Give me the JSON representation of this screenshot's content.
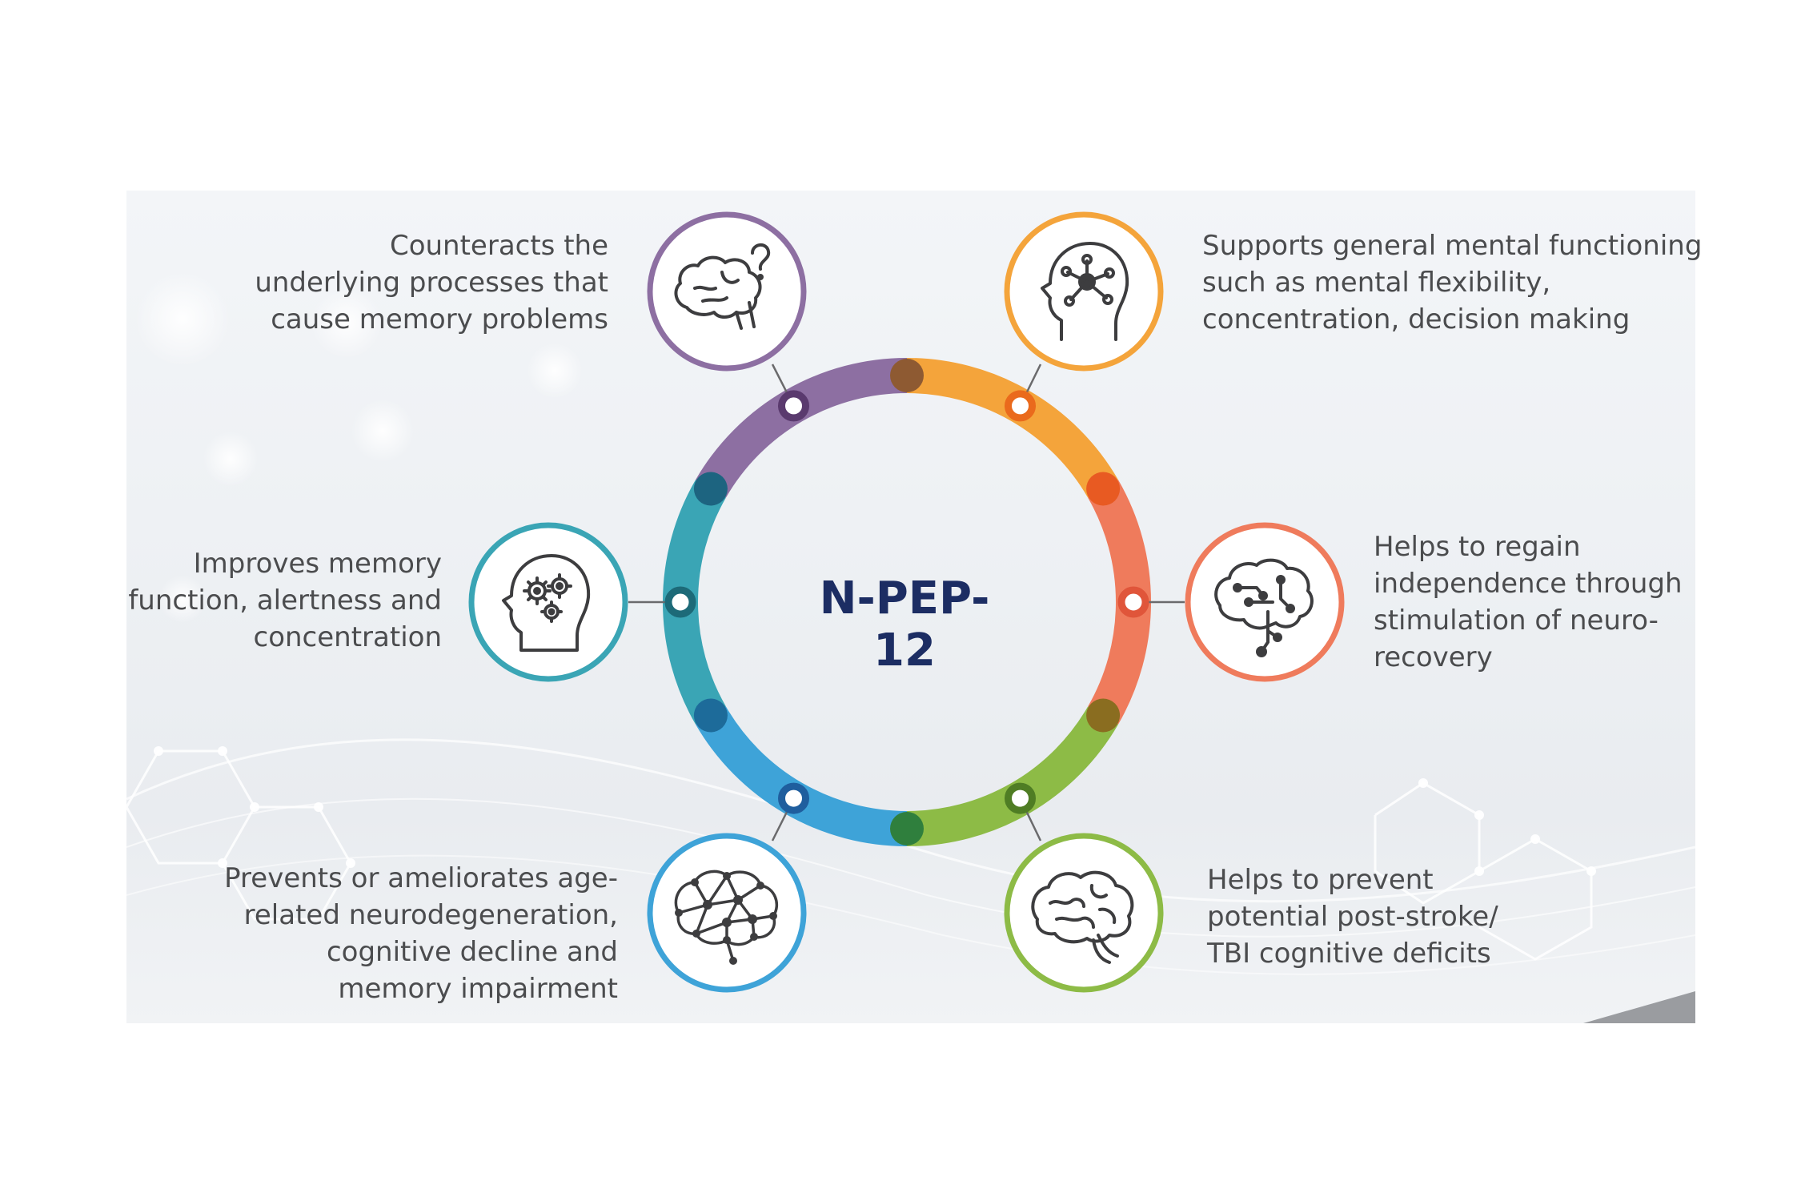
{
  "title": "N-PEP-12",
  "colors": {
    "purple": "#8d6fa2",
    "orange": "#f4a43b",
    "coral": "#ef7b5c",
    "green": "#8dbb46",
    "blue": "#3ea3d8",
    "teal": "#3aa5b5",
    "title": "#1c2d63",
    "text": "#4b4c4e"
  },
  "benefits": [
    {
      "id": "top-left",
      "color": "purple",
      "icon": "brain-question-icon",
      "lines": [
        "Counteracts the",
        "underlying processes that",
        "cause memory problems"
      ]
    },
    {
      "id": "top-right",
      "color": "orange",
      "icon": "head-network-icon",
      "lines": [
        "Supports general mental functioning",
        "such as mental flexibility,",
        "concentration, decision making"
      ]
    },
    {
      "id": "mid-left",
      "color": "teal",
      "icon": "head-gears-icon",
      "lines": [
        "Improves memory",
        "function, alertness and",
        "concentration"
      ]
    },
    {
      "id": "mid-right",
      "color": "coral",
      "icon": "circuit-brain-icon",
      "lines": [
        "Helps to regain",
        "independence through",
        "stimulation of neuro-",
        "recovery"
      ]
    },
    {
      "id": "bottom-left",
      "color": "blue",
      "icon": "neural-network-brain-icon",
      "lines": [
        "Prevents or ameliorates age-",
        "related neurodegeneration,",
        "cognitive decline and",
        "memory impairment"
      ]
    },
    {
      "id": "bottom-right",
      "color": "green",
      "icon": "brain-icon",
      "lines": [
        "Helps to prevent",
        "potential post-stroke/",
        "TBI cognitive deficits"
      ]
    }
  ]
}
